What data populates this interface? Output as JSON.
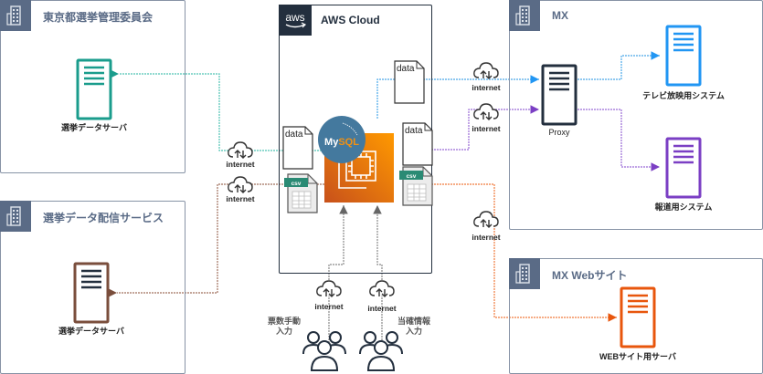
{
  "groups": {
    "tokyo": {
      "title": "東京都選挙管理委員会"
    },
    "distribution": {
      "title": "選挙データ配信サービス"
    },
    "aws": {
      "title": "AWS Cloud",
      "logo": "aws"
    },
    "mx": {
      "title": "MX"
    },
    "mx_web": {
      "title": "MX Webサイト"
    }
  },
  "servers": {
    "tokyo_server": {
      "label": "選挙データサーバ",
      "color": "#1a9c8c"
    },
    "dist_server": {
      "label": "選挙データサーバ",
      "color": "#7a4e3c"
    },
    "proxy": {
      "label": "Proxy",
      "color": "#232f3e"
    },
    "tv_system": {
      "label": "テレビ放映用システム",
      "color": "#2196f3"
    },
    "news_system": {
      "label": "報道用システム",
      "color": "#7b3fc4"
    },
    "web_server": {
      "label": "WEBサイト用サーバ",
      "color": "#e8560c"
    }
  },
  "internet_label": "internet",
  "documents": {
    "data_label": "data",
    "csv_label": "csv"
  },
  "mysql_label": "MySQL",
  "users": {
    "vote_input": "票数手動\n入力",
    "win_input": "当確情報\n入力"
  },
  "colors": {
    "teal": "#4fc3b5",
    "brown": "#a0705e",
    "blue": "#4aa8e8",
    "purple": "#9a6ad6",
    "orange": "#f07a3c",
    "gray": "#8a8a8a"
  }
}
